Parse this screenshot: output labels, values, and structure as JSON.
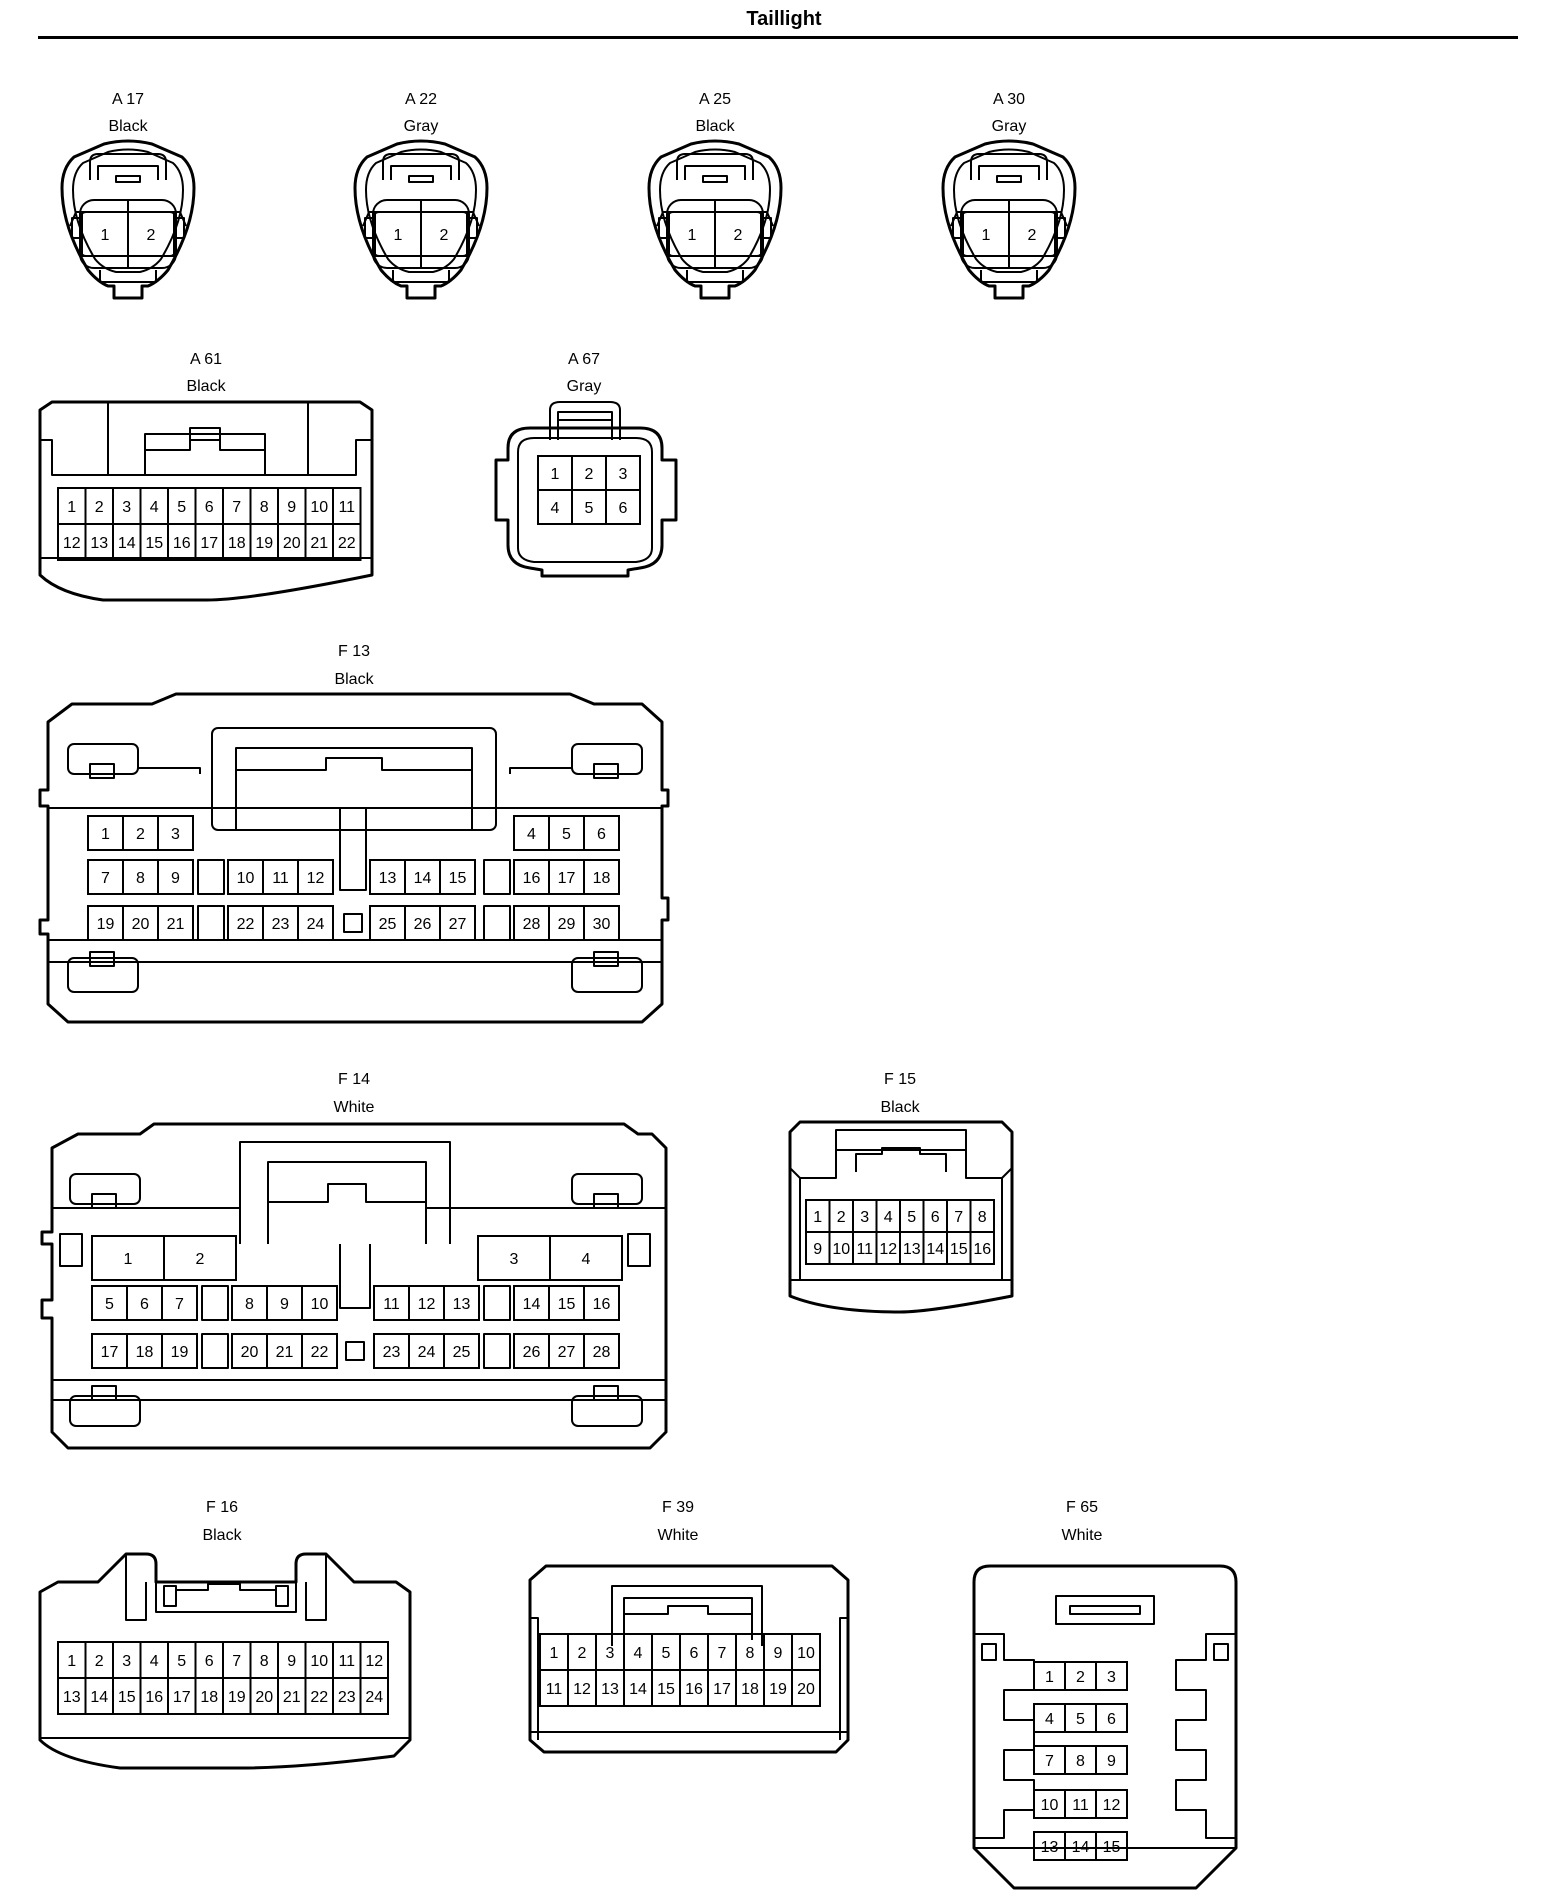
{
  "page": {
    "title": "Taillight"
  },
  "connectors": [
    {
      "code": "A 17",
      "color": "Black",
      "pins": [
        "1",
        "2"
      ]
    },
    {
      "code": "A 22",
      "color": "Gray",
      "pins": [
        "1",
        "2"
      ]
    },
    {
      "code": "A 25",
      "color": "Black",
      "pins": [
        "1",
        "2"
      ]
    },
    {
      "code": "A 30",
      "color": "Gray",
      "pins": [
        "1",
        "2"
      ]
    },
    {
      "code": "A 61",
      "color": "Black",
      "pins": [
        "1",
        "2",
        "3",
        "4",
        "5",
        "6",
        "7",
        "8",
        "9",
        "10",
        "11",
        "12",
        "13",
        "14",
        "15",
        "16",
        "17",
        "18",
        "19",
        "20",
        "21",
        "22"
      ]
    },
    {
      "code": "A 67",
      "color": "Gray",
      "pins": [
        "1",
        "2",
        "3",
        "4",
        "5",
        "6"
      ]
    },
    {
      "code": "F 13",
      "color": "Black",
      "pins": [
        "1",
        "2",
        "3",
        "4",
        "5",
        "6",
        "7",
        "8",
        "9",
        "10",
        "11",
        "12",
        "13",
        "14",
        "15",
        "16",
        "17",
        "18",
        "19",
        "20",
        "21",
        "22",
        "23",
        "24",
        "25",
        "26",
        "27",
        "28",
        "29",
        "30"
      ]
    },
    {
      "code": "F 14",
      "color": "White",
      "pins": [
        "1",
        "2",
        "3",
        "4",
        "5",
        "6",
        "7",
        "8",
        "9",
        "10",
        "11",
        "12",
        "13",
        "14",
        "15",
        "16",
        "17",
        "18",
        "19",
        "20",
        "21",
        "22",
        "23",
        "24",
        "25",
        "26",
        "27",
        "28"
      ]
    },
    {
      "code": "F 15",
      "color": "Black",
      "pins": [
        "1",
        "2",
        "3",
        "4",
        "5",
        "6",
        "7",
        "8",
        "9",
        "10",
        "11",
        "12",
        "13",
        "14",
        "15",
        "16"
      ]
    },
    {
      "code": "F 16",
      "color": "Black",
      "pins": [
        "1",
        "2",
        "3",
        "4",
        "5",
        "6",
        "7",
        "8",
        "9",
        "10",
        "11",
        "12",
        "13",
        "14",
        "15",
        "16",
        "17",
        "18",
        "19",
        "20",
        "21",
        "22",
        "23",
        "24"
      ]
    },
    {
      "code": "F 39",
      "color": "White",
      "pins": [
        "1",
        "2",
        "3",
        "4",
        "5",
        "6",
        "7",
        "8",
        "9",
        "10",
        "11",
        "12",
        "13",
        "14",
        "15",
        "16",
        "17",
        "18",
        "19",
        "20"
      ]
    },
    {
      "code": "F 65",
      "color": "White",
      "pins": [
        "1",
        "2",
        "3",
        "4",
        "5",
        "6",
        "7",
        "8",
        "9",
        "10",
        "11",
        "12",
        "13",
        "14",
        "15"
      ]
    }
  ]
}
